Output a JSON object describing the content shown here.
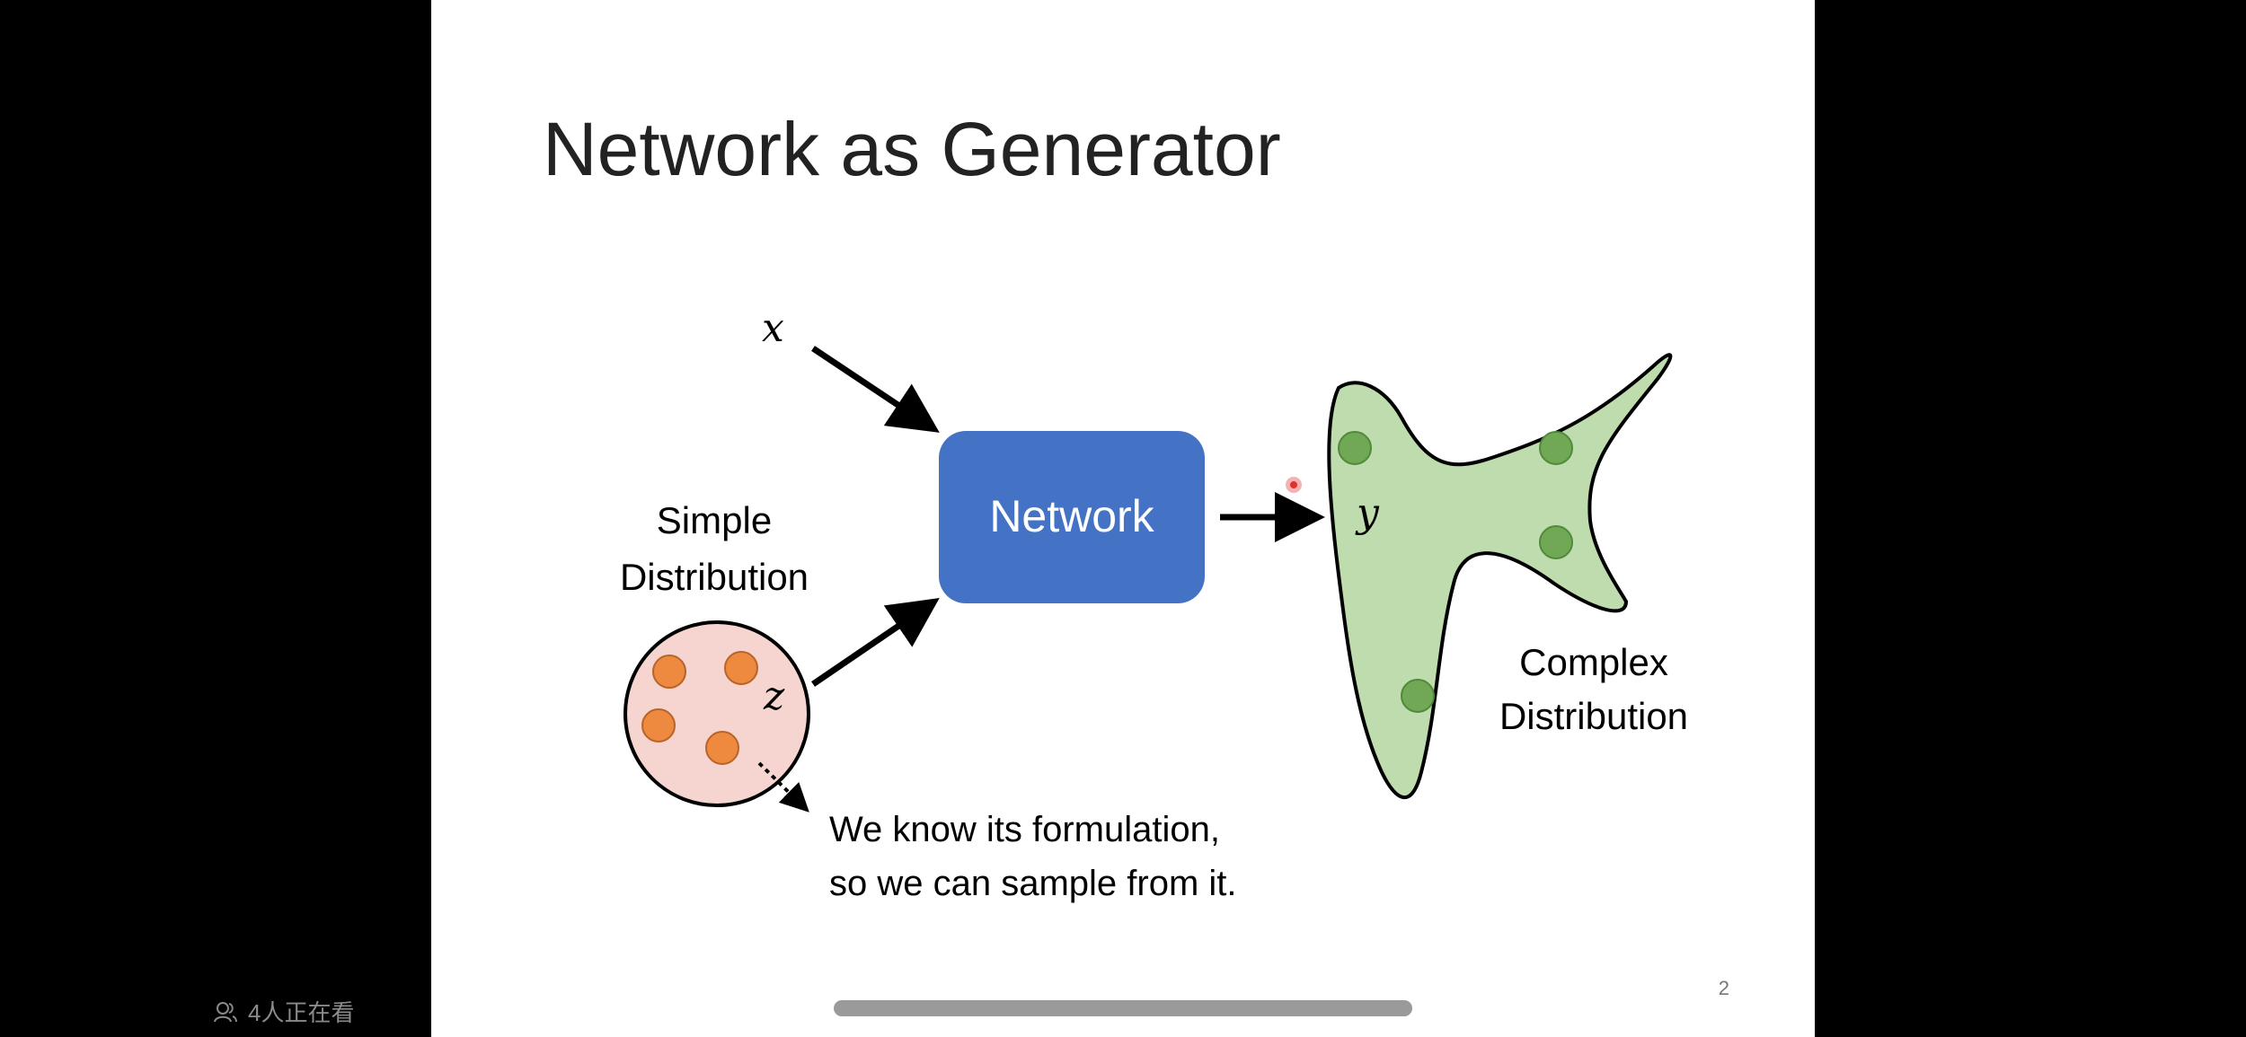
{
  "slide": {
    "title": "Network as Generator",
    "page_number": "2",
    "input_x": "x",
    "network_label": "Network",
    "simple_label_line1": "Simple",
    "simple_label_line2": "Distribution",
    "z_label": "z",
    "y_label": "y",
    "complex_label_line1": "Complex",
    "complex_label_line2": "Distribution",
    "note_line1": "We know its formulation,",
    "note_line2": "so we can sample from it."
  },
  "overlay": {
    "viewer_text": "4人正在看",
    "viewer_icon": "viewers-icon"
  },
  "colors": {
    "network_box": "#4472c4",
    "simple_fill": "#f6d5d0",
    "simple_dot": "#ed8a3f",
    "complex_fill": "#bfdcae",
    "complex_dot": "#70a855",
    "pointer": "#e03030"
  }
}
